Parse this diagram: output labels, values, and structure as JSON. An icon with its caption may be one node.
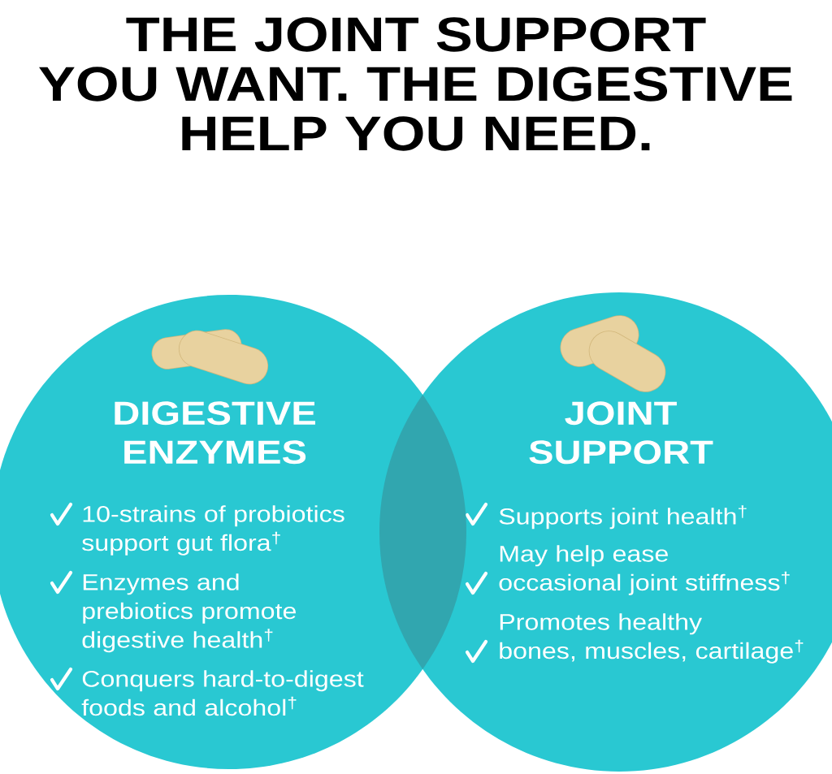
{
  "diagram": {
    "title": "THE JOINT SUPPORT YOU WANT. THE DIGESTIVE HELP YOU NEED.",
    "nodes": [
      {
        "text": [
          "DIGESTIVE ENZYMES",
          "10-strains of probiotics support gut flora$^{†}$",
          "Enzymes and prebiotics promote digestive health$^{†}$",
          "Conquers hard-to-digest foods and alcohol$^{†}$"
        ]
      },
      {
        "text": [
          "JOINT SUPPORT",
          "Supports joint health$^{†}$",
          "May help ease occasional joint stiffness$^{†}$",
          "Promotes healthy bones, muscles, cartilage$^{†}$"
        ]
      }
    ]
  }
}
